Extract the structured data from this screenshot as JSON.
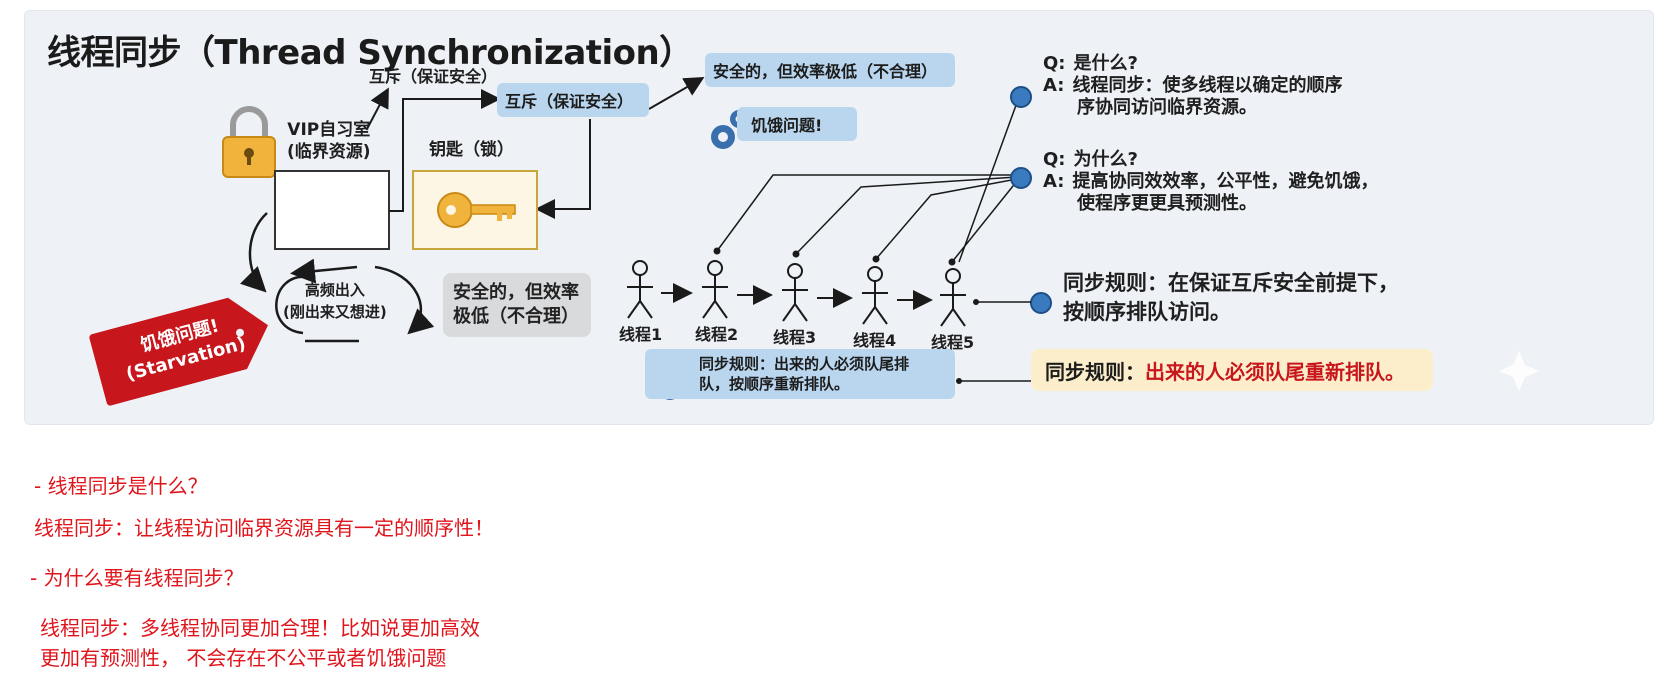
{
  "diagram": {
    "title": "线程同步（Thread Synchronization）",
    "mutex_top_label": "互斥（保证安全）",
    "vip_room_line1": "VIP自习室",
    "vip_room_line2": "(临界资源)",
    "key_label": "钥匙（锁）",
    "mutex_pill": "互斥（保证安全）",
    "safe_low_top": "安全的，但效率极低（不合理）",
    "starvation_pill": "饥饿问题!",
    "loop_line1": "高频出入",
    "loop_line2": "(刚出来又想进)",
    "safe_low_gray_line1": "安全的，但效率",
    "safe_low_gray_line2": "极低（不合理）",
    "starvation_tag_line1": "饥饿问题!",
    "starvation_tag_line2": "(Starvation)",
    "threads": [
      "线程1",
      "线程2",
      "线程3",
      "线程4",
      "线程5"
    ],
    "qa1_q_prefix": "Q:",
    "qa1_q": "是什么?",
    "qa1_a_prefix": "A:",
    "qa1_a_line1": "线程同步：使多线程以确定的顺序",
    "qa1_a_line2": "序协同访问临界资源。",
    "qa2_q_prefix": "Q:",
    "qa2_q": "为什么?",
    "qa2_a_prefix": "A:",
    "qa2_a_line1": "提高协同效效率，公平性，避免饥饿，",
    "qa2_a_line2": "使程序更更具预测性。",
    "rule_big_line1": "同步规则：在保证互斥安全前提下，",
    "rule_big_line2": "按顺序排队访问。",
    "rule_bottom_line1": "同步规则：出来的人必须队尾排",
    "rule_bottom_line2": "队，按顺序重新排队。",
    "rule_yellow_prefix": "同步规则：",
    "rule_yellow_red": "出来的人必须队尾重新排队。"
  },
  "notes": {
    "line1": "- 线程同步是什么？",
    "line2": "线程同步：让线程访问临界资源具有一定的顺序性！",
    "line3": "- 为什么要有线程同步？",
    "line4": "线程同步：多线程协同更加合理！比如说更加高效",
    "line5": "更加有预测性， 不会存在不公平或者饥饿问题"
  },
  "colors": {
    "blue_pill": "#b9d6ee",
    "red_tag": "#c8161d",
    "yellow_pill": "#fdeecb",
    "note_red": "#e0151c",
    "key_gold": "#f0b43c"
  },
  "icons": [
    "lock-icon",
    "key-icon",
    "gear-icon",
    "stick-figure-icon",
    "sparkle-icon"
  ]
}
